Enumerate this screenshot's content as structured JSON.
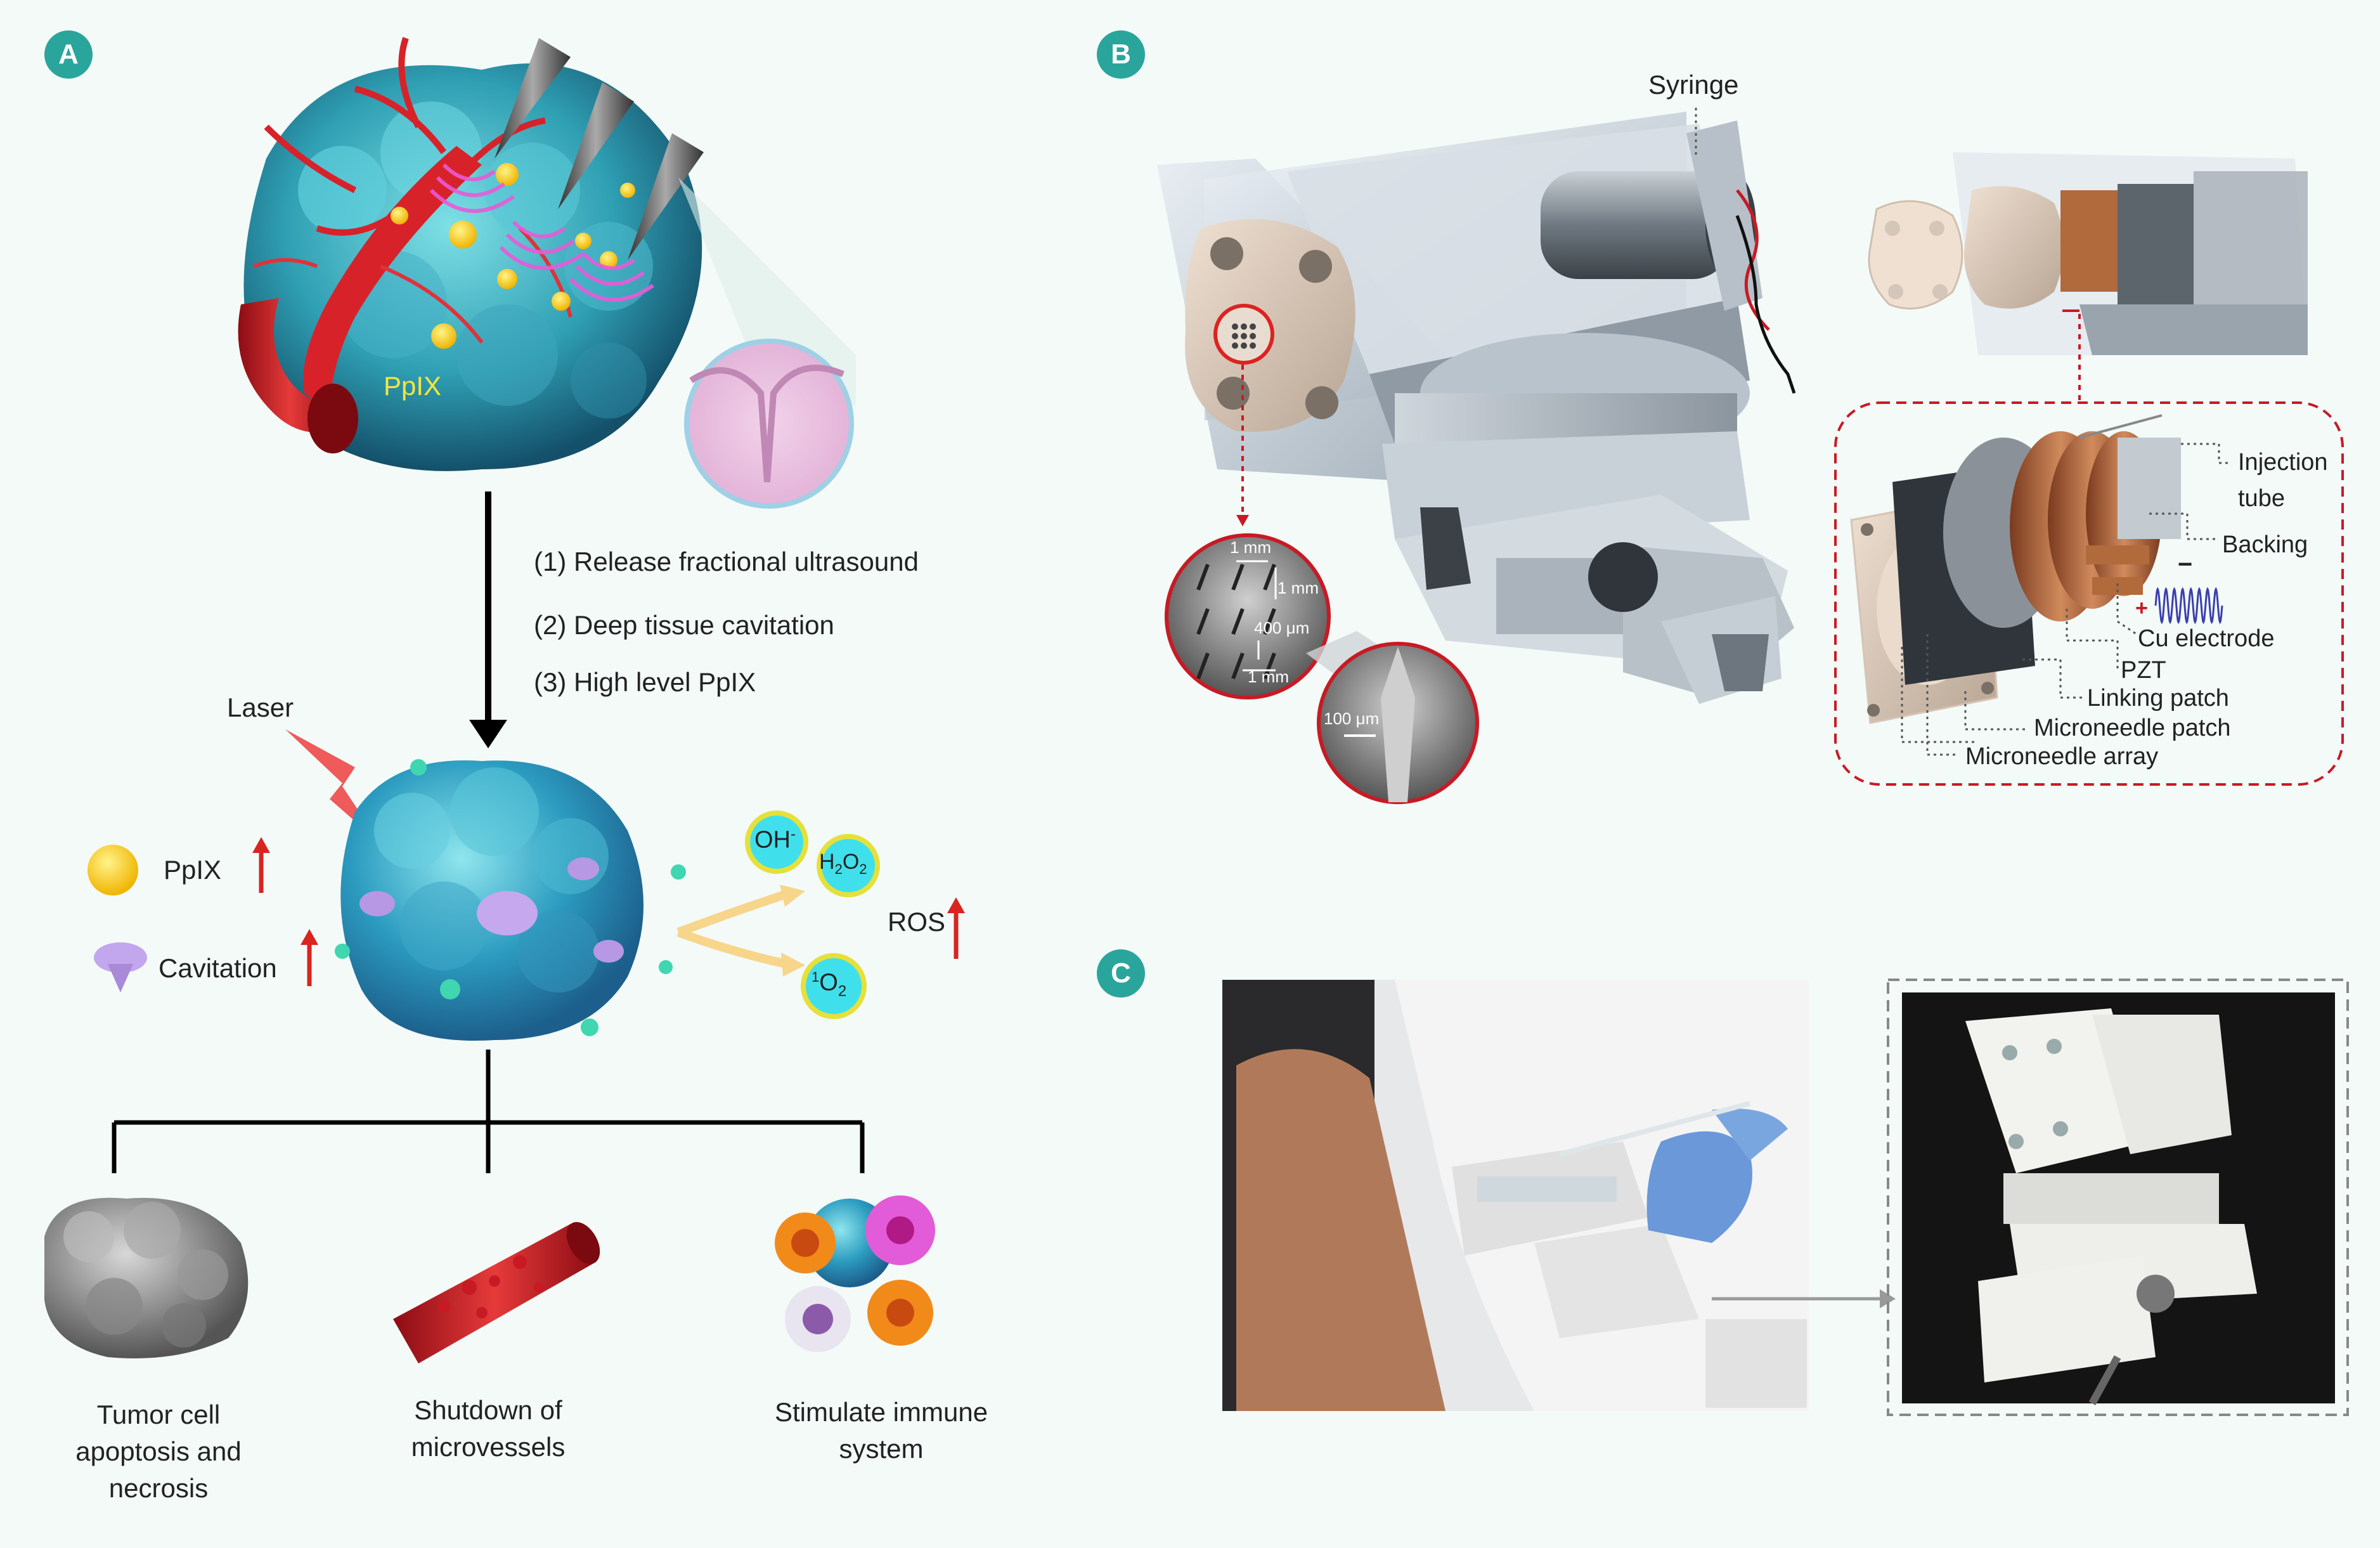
{
  "panels": {
    "a": "A",
    "b": "B",
    "c": "C"
  },
  "panel_a": {
    "ppix_tumor_label": "PpIX",
    "steps": [
      "(1) Release fractional ultrasound",
      "(2) Deep tissue cavitation",
      "(3) High level PpIX"
    ],
    "laser_label": "Laser",
    "legend_ppix": "PpIX",
    "legend_cavitation": "Cavitation",
    "ros_label": "ROS",
    "species": {
      "oh": "OH",
      "oh_sup": "-",
      "h2o2_h": "H",
      "h2o2_2": "2",
      "h2o2_o": "O",
      "h2o2_2b": "2",
      "o2_sup": "1",
      "o2_o": "O",
      "o2_sub": "2"
    },
    "outcomes": [
      {
        "line1": "Tumor cell",
        "line2": "apoptosis and",
        "line3": "necrosis"
      },
      {
        "line1": "Shutdown of",
        "line2": "microvessels"
      },
      {
        "line1": "Stimulate immune",
        "line2": "system"
      }
    ],
    "colors": {
      "accent": "#2aa59c",
      "arrow_red": "#d9241f",
      "tumor": "#3fb6c4",
      "vessel": "#d8222a",
      "ppix": "#f6d21a"
    }
  },
  "panel_b": {
    "syringe_label": "Syringe",
    "scale_labels": {
      "mm1a": "1 mm",
      "mm1b": "1 mm",
      "um400": "400 μm",
      "mm1c": "1 mm",
      "um100": "100 μm"
    },
    "components": {
      "injection_1": "Injection",
      "injection_2": "tube",
      "backing": "Backing",
      "cu_electrode": "Cu electrode",
      "pzt": "PZT",
      "linking_patch": "Linking patch",
      "microneedle_patch": "Microneedle patch",
      "microneedle_array": "Microneedle array",
      "minus": "−",
      "plus": "+"
    }
  },
  "panel_c": {}
}
